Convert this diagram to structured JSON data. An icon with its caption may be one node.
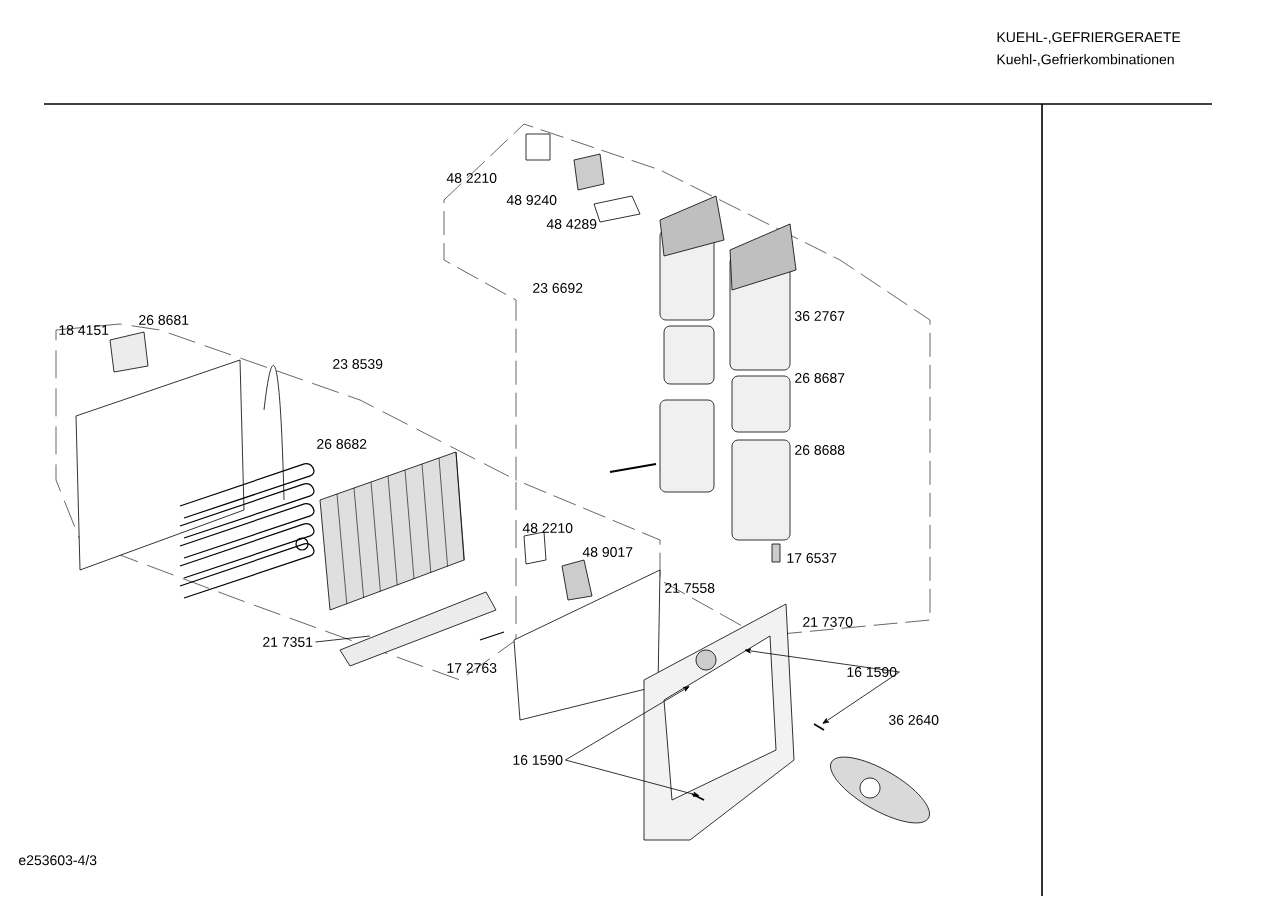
{
  "diagram": {
    "nodes": [
      {
        "text": [
          "16 1590"
        ]
      },
      {
        "text": [
          "16 1590"
        ]
      },
      {
        "text": [
          "21 7351"
        ]
      }
    ],
    "edges": [
      {
        "from": 0,
        "to": null,
        "arrow": "to"
      },
      {
        "from": 0,
        "to": null,
        "arrow": "to"
      },
      {
        "from": 1,
        "to": null,
        "arrow": "to"
      },
      {
        "from": 1,
        "to": null,
        "arrow": "to"
      },
      {
        "from": 2,
        "to": null,
        "arrow": "none"
      }
    ],
    "labels": [
      "KUEHL-,GEFRIERGERAETE",
      "Kuehl-,Gefrierkombinationen",
      "48 2210",
      "48 9240",
      "48 4289",
      "23 6692",
      "36 2767",
      "26 8687",
      "26 8688",
      "17 6537",
      "18 4151",
      "26 8681",
      "23 8539",
      "26 8682",
      "48 2210",
      "48 9017",
      "21 7558",
      "21 7370",
      "36 2640",
      "17 2763",
      "e253603-4/3"
    ]
  }
}
